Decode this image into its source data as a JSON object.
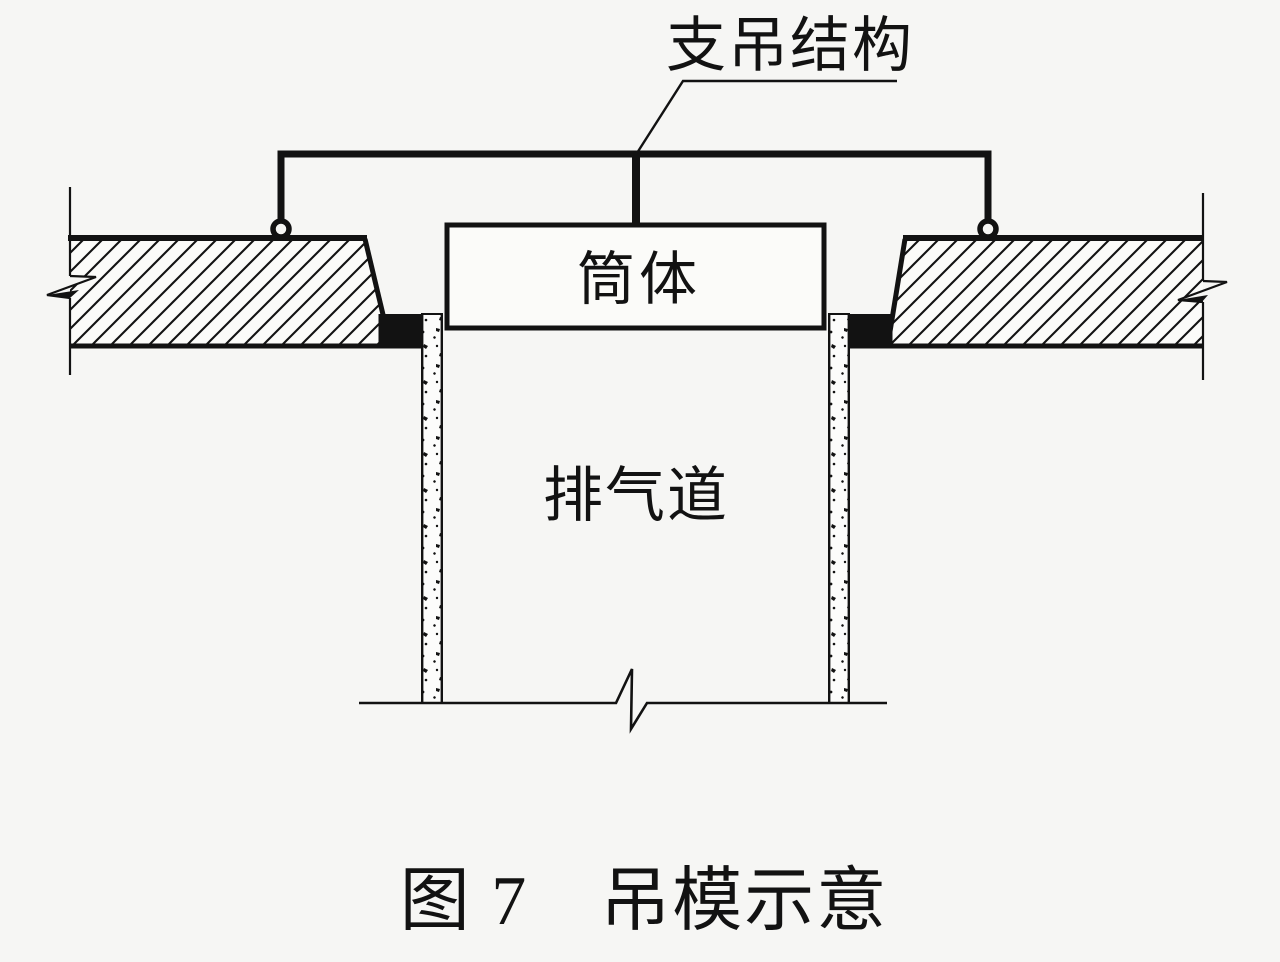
{
  "diagram": {
    "leader_label": "支吊结构",
    "cylinder_label": "筒体",
    "duct_label": "排气道",
    "caption": "图 7　吊模示意",
    "colors": {
      "ink": "#121212",
      "background": "#f6f6f4"
    }
  }
}
